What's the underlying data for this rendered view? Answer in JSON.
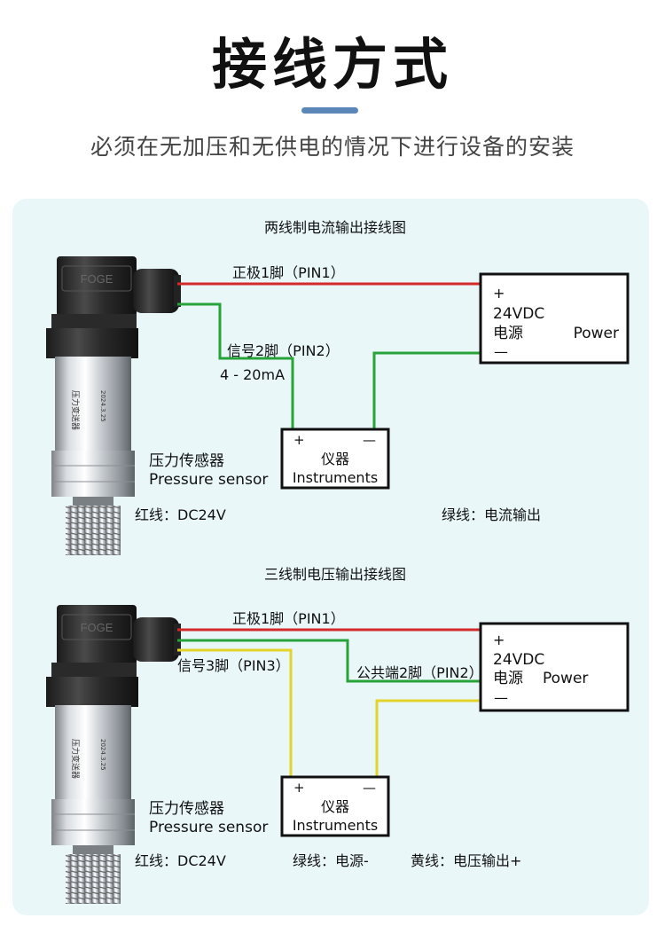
{
  "header": {
    "title": "接线方式",
    "subtitle": "必须在无加压和无供电的情况下进行设备的安装"
  },
  "colors": {
    "red_wire": "#d42a2a",
    "green_wire": "#27a33a",
    "yellow_wire": "#e3d32a",
    "accent_bar": "#5b86b8",
    "panel_bg": "#eaf7f9"
  },
  "diagram1": {
    "heading": "两线制电流输出接线图",
    "pin1": "正极1脚（PIN1）",
    "pin2": "信号2脚（PIN2）",
    "current": "4 - 20mA",
    "power": {
      "plus": "+",
      "voltage": "24VDC",
      "cn": "电源",
      "en": "Power",
      "minus": "—"
    },
    "instrument": {
      "plus": "+",
      "minus": "—",
      "cn": "仪器",
      "en": "Instruments"
    },
    "sensor": {
      "cn": "压力传感器",
      "en": "Pressure sensor"
    },
    "legend": {
      "red": "红线：DC24V",
      "green": "绿线：电流输出"
    }
  },
  "diagram2": {
    "heading": "三线制电压输出接线图",
    "pin1": "正极1脚（PIN1）",
    "pin2": "公共端2脚（PIN2）",
    "pin3": "信号3脚（PIN3）",
    "power": {
      "plus": "+",
      "voltage": "24VDC",
      "cn": "电源",
      "en": "Power",
      "minus": "—"
    },
    "instrument": {
      "plus": "+",
      "minus": "—",
      "cn": "仪器",
      "en": "Instruments"
    },
    "sensor": {
      "cn": "压力传感器",
      "en": "Pressure sensor"
    },
    "legend": {
      "red": "红线：DC24V",
      "green": "绿线：电源-",
      "yellow": "黄线：电压输出+"
    }
  },
  "sensor_device": {
    "brand": "FOGE",
    "product_cn": "压力变送器",
    "date": "2024.3.25"
  }
}
